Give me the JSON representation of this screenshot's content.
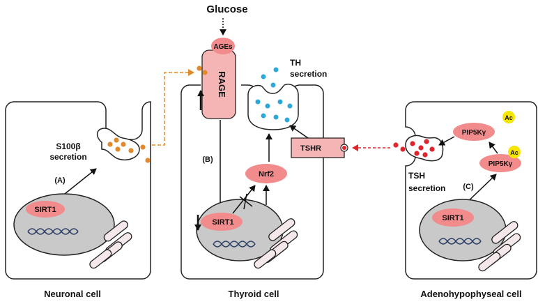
{
  "top": {
    "glucose": "Glucose",
    "ages": "AGEs"
  },
  "neuronal": {
    "title": "Neuronal cell",
    "secretion_line1": "S100β",
    "secretion_line2": "secretion",
    "step": "(A)",
    "sirt1": "SIRT1"
  },
  "thyroid": {
    "title": "Thyroid cell",
    "rage": "RAGE",
    "th_line1": "TH",
    "th_line2": "secretion",
    "step": "(B)",
    "nrf2": "Nrf2",
    "sirt1": "SIRT1",
    "tshr": "TSHR"
  },
  "adeno": {
    "title": "Adenohypophyseal cell",
    "pip5k_top": "PIP5Kγ",
    "pip5k_bottom": "PIP5Kγ",
    "ac": "Ac",
    "tsh_line1": "TSH",
    "tsh_line2": "secretion",
    "step": "(C)",
    "sirt1": "SIRT1"
  },
  "colors": {
    "cell_fill": "#ffffff",
    "cell_stroke": "#222222",
    "nucleus": "#c9c9c9",
    "pink": "#f28b8b",
    "rage_fill": "#f5b5b5",
    "s100b_dot": "#e08a2e",
    "th_dot": "#2fa8d8",
    "tsh_dot": "#e0242b",
    "ac_badge": "#f7e600",
    "dna": "#2d3f66",
    "mito": "#f5e8ea"
  }
}
